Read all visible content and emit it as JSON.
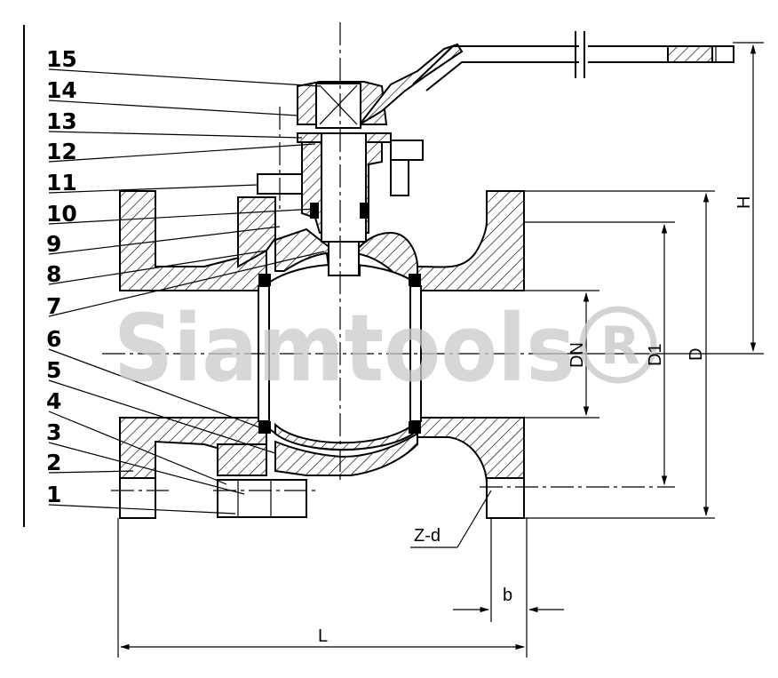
{
  "callouts": [
    "15",
    "14",
    "13",
    "12",
    "11",
    "10",
    "9",
    "8",
    "7",
    "6",
    "5",
    "4",
    "3",
    "2",
    "1"
  ],
  "dimensions": {
    "dn": "DN",
    "d1": "D1",
    "d": "D",
    "h": "H",
    "l": "L",
    "b": "b",
    "zd": "Z-d"
  },
  "watermark": {
    "text": "Siamtools",
    "mark": "R"
  }
}
